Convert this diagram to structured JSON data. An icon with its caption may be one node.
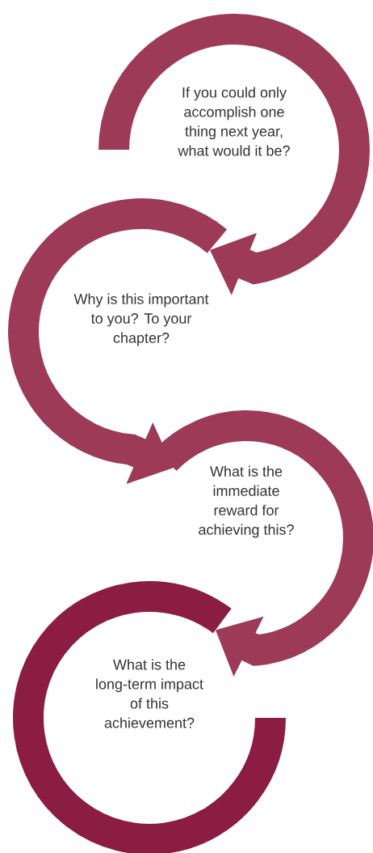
{
  "diagram": {
    "nodes": [
      {
        "text": [
          "If you could only accomplish one thing next year, what would it be?"
        ]
      },
      {
        "text": [
          "Why is this important to you? To your chapter?"
        ]
      },
      {
        "text": [
          "What is the immediate reward for achieving this?"
        ]
      },
      {
        "text": [
          "What is the long-term impact of this achievement?"
        ]
      }
    ],
    "edges": [
      {
        "from": 0,
        "to": 1,
        "arrow": "to"
      },
      {
        "from": 1,
        "to": 2,
        "arrow": "to"
      },
      {
        "from": 2,
        "to": 3,
        "arrow": "to",
        "color": "#9c3a58"
      }
    ]
  }
}
